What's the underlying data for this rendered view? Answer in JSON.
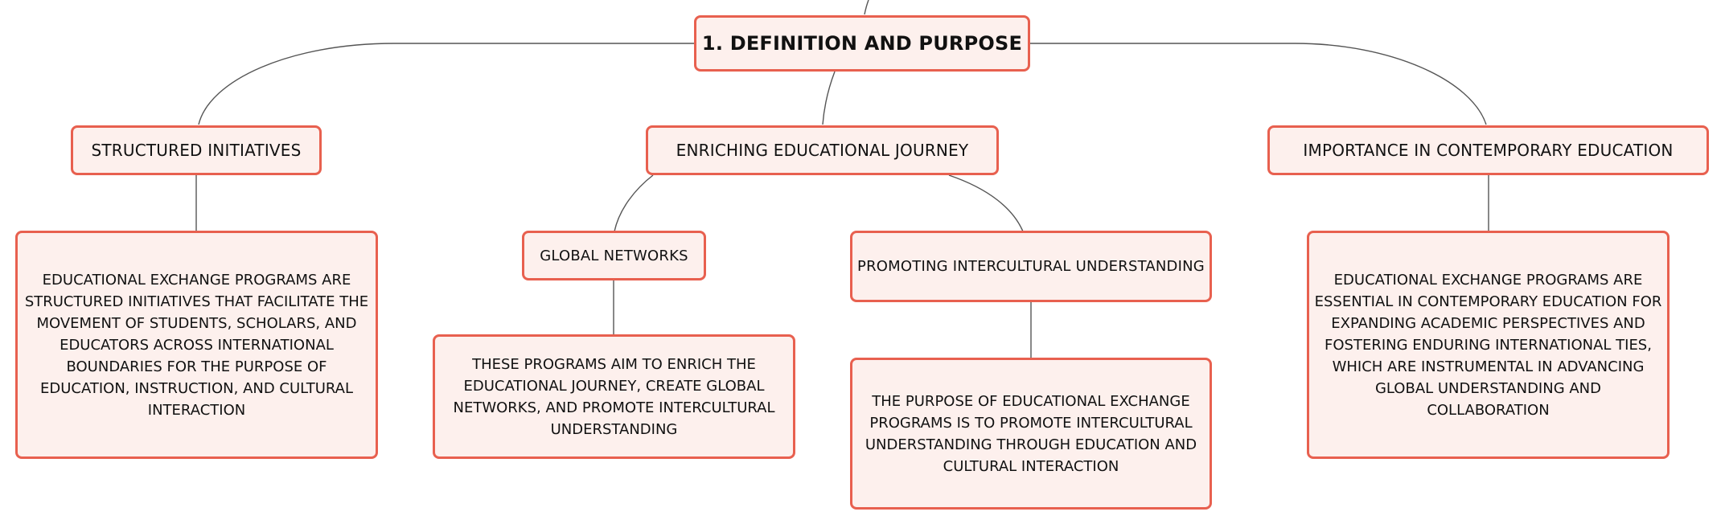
{
  "root": "1. DEFINITION AND PURPOSE",
  "topics": {
    "structured": {
      "title": "STRUCTURED INITIATIVES",
      "description": "EDUCATIONAL EXCHANGE PROGRAMS ARE STRUCTURED INITIATIVES THAT FACILITATE THE MOVEMENT OF STUDENTS, SCHOLARS, AND EDUCATORS ACROSS INTERNATIONAL BOUNDARIES FOR THE PURPOSE OF EDUCATION, INSTRUCTION, AND CULTURAL INTERACTION"
    },
    "enriching": {
      "title": "ENRICHING EDUCATIONAL JOURNEY",
      "children": {
        "global": {
          "title": "GLOBAL NETWORKS",
          "description": "THESE PROGRAMS AIM TO ENRICH THE EDUCATIONAL JOURNEY, CREATE GLOBAL NETWORKS, AND PROMOTE INTERCULTURAL UNDERSTANDING"
        },
        "promoting": {
          "title": "PROMOTING INTERCULTURAL UNDERSTANDING",
          "description": "THE PURPOSE OF EDUCATIONAL EXCHANGE PROGRAMS IS TO PROMOTE INTERCULTURAL UNDERSTANDING THROUGH EDUCATION AND CULTURAL INTERACTION"
        }
      }
    },
    "importance": {
      "title": "IMPORTANCE IN CONTEMPORARY EDUCATION",
      "description": "EDUCATIONAL EXCHANGE PROGRAMS ARE ESSENTIAL IN CONTEMPORARY EDUCATION FOR EXPANDING ACADEMIC PERSPECTIVES AND FOSTERING ENDURING INTERNATIONAL TIES, WHICH ARE INSTRUMENTAL IN ADVANCING GLOBAL UNDERSTANDING AND COLLABORATION"
    }
  },
  "colors": {
    "node_border": "#e8604f",
    "node_fill": "#fdf0ed",
    "connector": "#555555"
  }
}
